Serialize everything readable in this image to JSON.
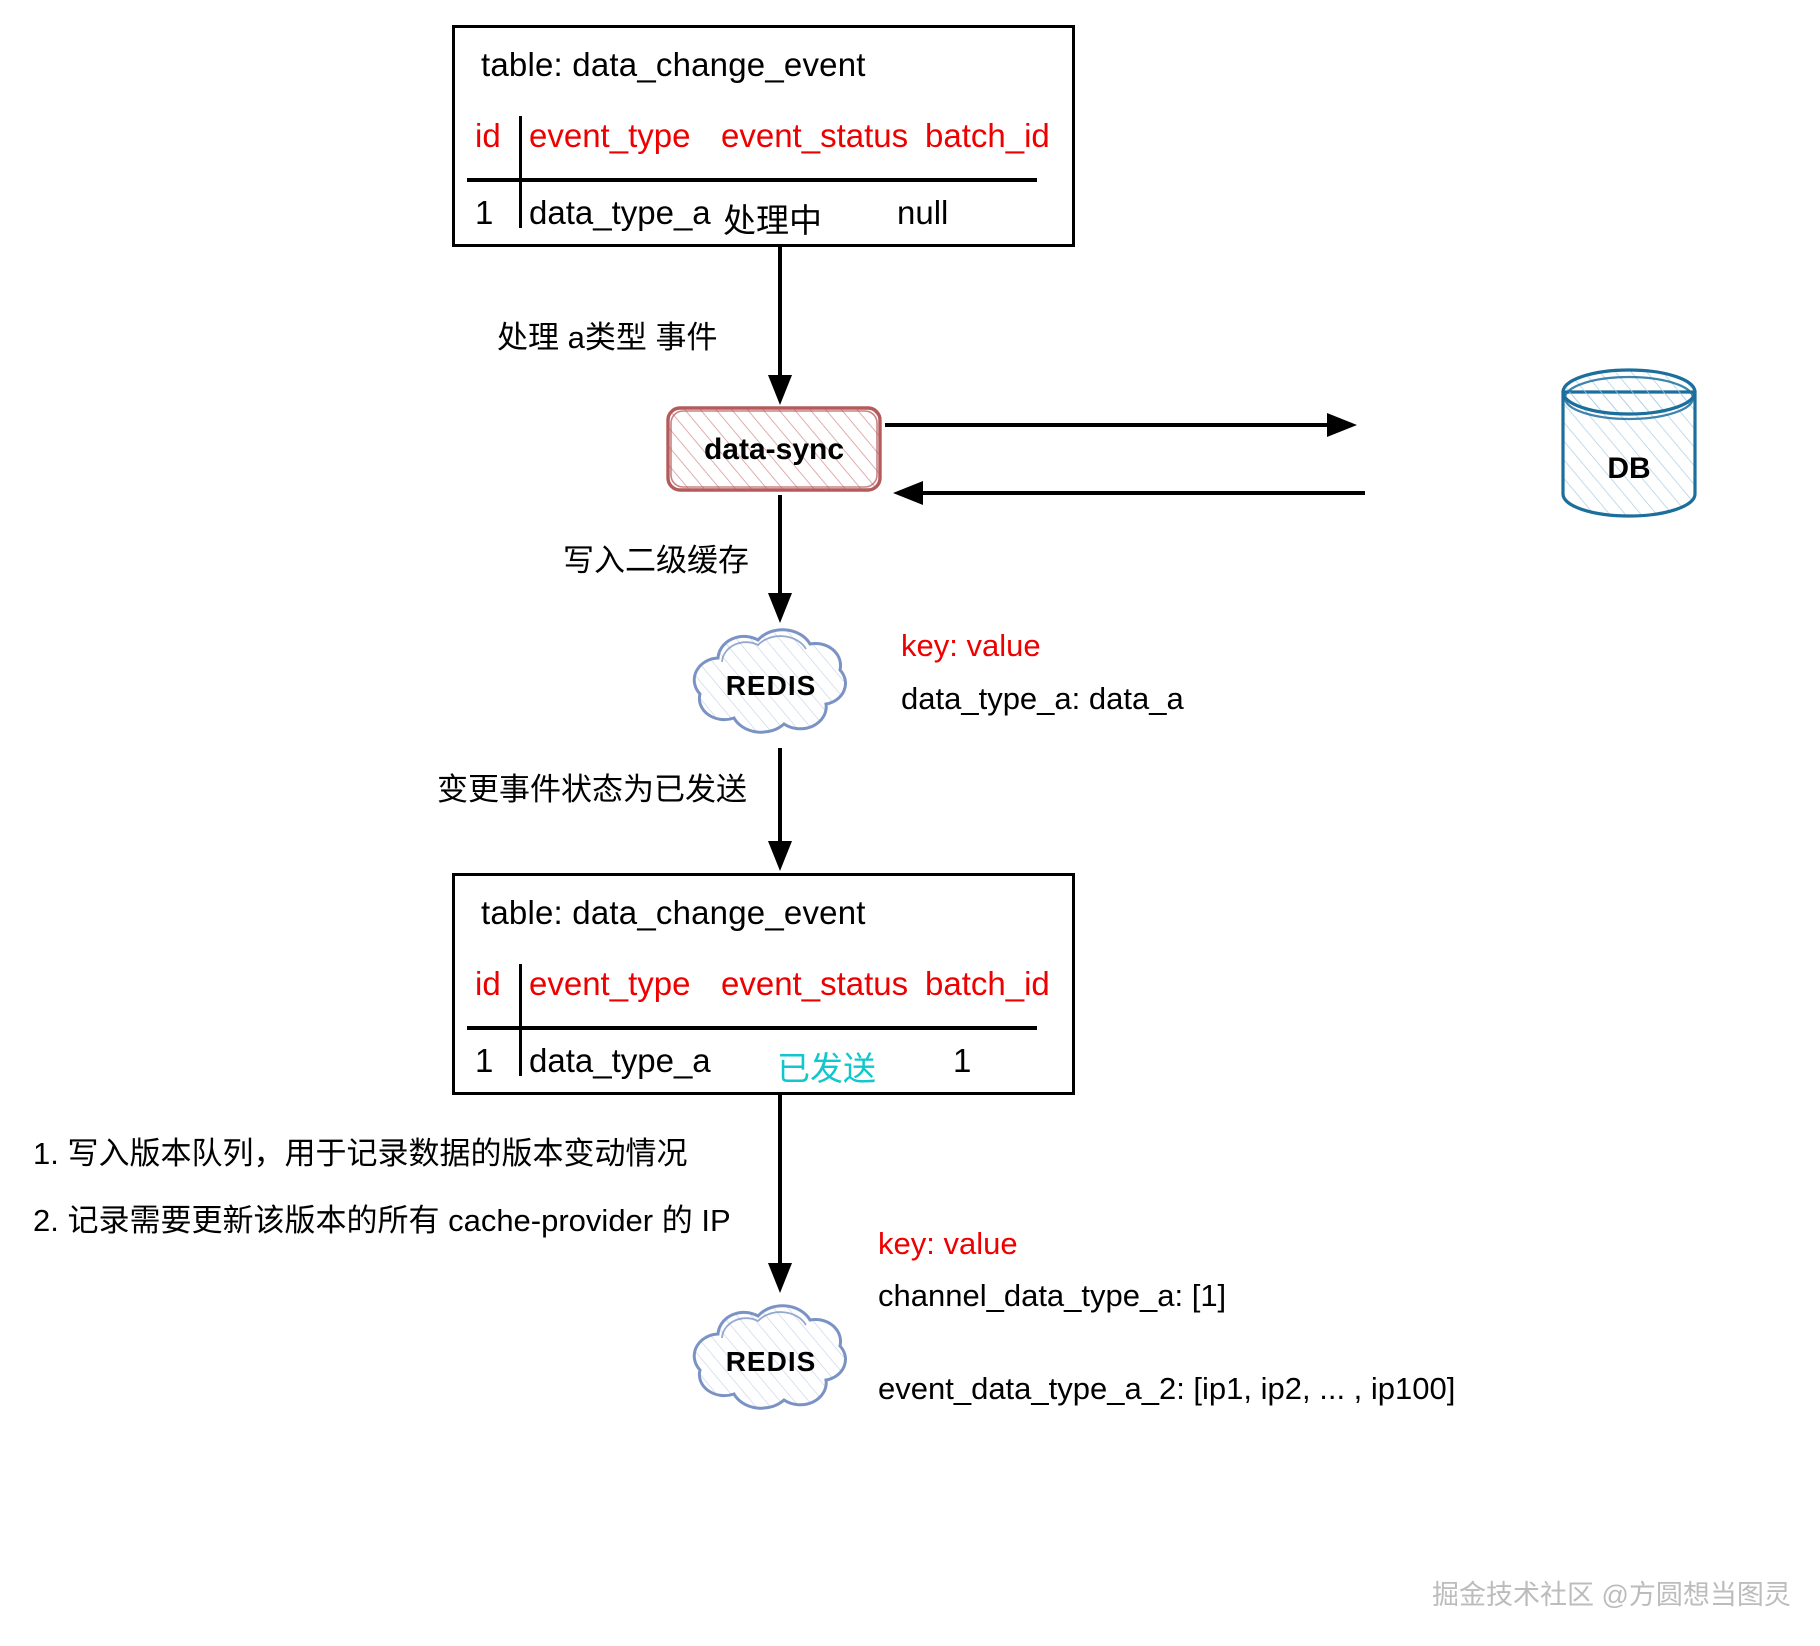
{
  "diagram": {
    "title": "data-sync event flow with redis second-level cache",
    "watermark": "掘金技术社区 @方圆想当图灵",
    "colors": {
      "header_red": "#ee0000",
      "sent_cyan": "#11c7cd",
      "data_sync_stroke": "#b55a5a",
      "db_stroke": "#1c6e9c",
      "redis_stroke": "#7b93c4",
      "text_black": "#000000"
    }
  },
  "table_top": {
    "title": "table: data_change_event",
    "columns": [
      "id",
      "event_type",
      "event_status",
      "batch_id"
    ],
    "rows": [
      {
        "id": "1",
        "event_type": "data_type_a",
        "event_status": "处理中",
        "batch_id": "null"
      }
    ]
  },
  "table_bottom": {
    "title": "table: data_change_event",
    "columns": [
      "id",
      "event_type",
      "event_status",
      "batch_id"
    ],
    "rows": [
      {
        "id": "1",
        "event_type": "data_type_a",
        "event_status": "已发送",
        "batch_id": "1"
      }
    ]
  },
  "edges": {
    "table_to_sync": "处理 a类型 事件",
    "sync_to_redis": "写入二级缓存",
    "redis_to_table": "变更事件状态为已发送"
  },
  "nodes": {
    "data_sync": "data-sync",
    "db": "DB",
    "redis_top": "REDIS",
    "redis_bottom": "REDIS"
  },
  "annotation_redis_top": {
    "key_label": "key: value",
    "entries": [
      "data_type_a: data_a"
    ]
  },
  "annotation_redis_bottom": {
    "key_label": "key: value",
    "entries": [
      "channel_data_type_a: [1]",
      "event_data_type_a_2: [ip1, ip2, ... , ip100]"
    ]
  },
  "notes": [
    "1. 写入版本队列，用于记录数据的版本变动情况",
    "2. 记录需要更新该版本的所有 cache-provider 的 IP"
  ]
}
